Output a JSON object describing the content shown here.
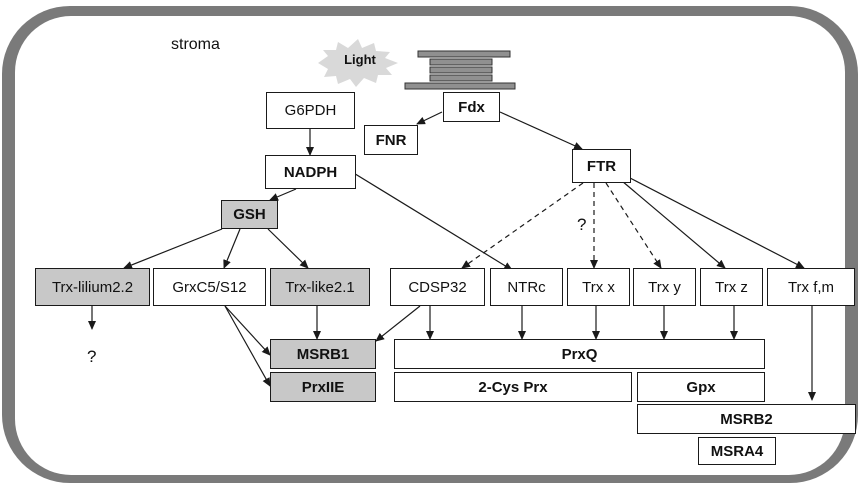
{
  "compartment_label": "stroma",
  "light_label": "Light",
  "nodes": {
    "fdx": "Fdx",
    "g6pdh": "G6PDH",
    "fnr": "FNR",
    "nadph": "NADPH",
    "ftr": "FTR",
    "gsh": "GSH",
    "trx_lilium22": "Trx-lilium2.2",
    "grxc5_s12": "GrxC5/S12",
    "trx_like21": "Trx-like2.1",
    "cdsp32": "CDSP32",
    "ntrc": "NTRc",
    "trx_x": "Trx x",
    "trx_y": "Trx y",
    "trx_z": "Trx z",
    "trx_fm": "Trx f,m",
    "msrb1": "MSRB1",
    "prxiie": "PrxIIE",
    "prxq": "PrxQ",
    "two_cys_prx": "2-Cys Prx",
    "gpx": "Gpx",
    "msrb2": "MSRB2",
    "msra4": "MSRA4"
  },
  "unknown_marks": {
    "trx_x_question": "?",
    "trx_lilium_question": "?"
  },
  "colors": {
    "compartment_fill": "#7a7a7a",
    "thylakoid_fill": "#909090",
    "light_burst": "#d9d9d9",
    "shaded_box": "#c8c8c8"
  }
}
